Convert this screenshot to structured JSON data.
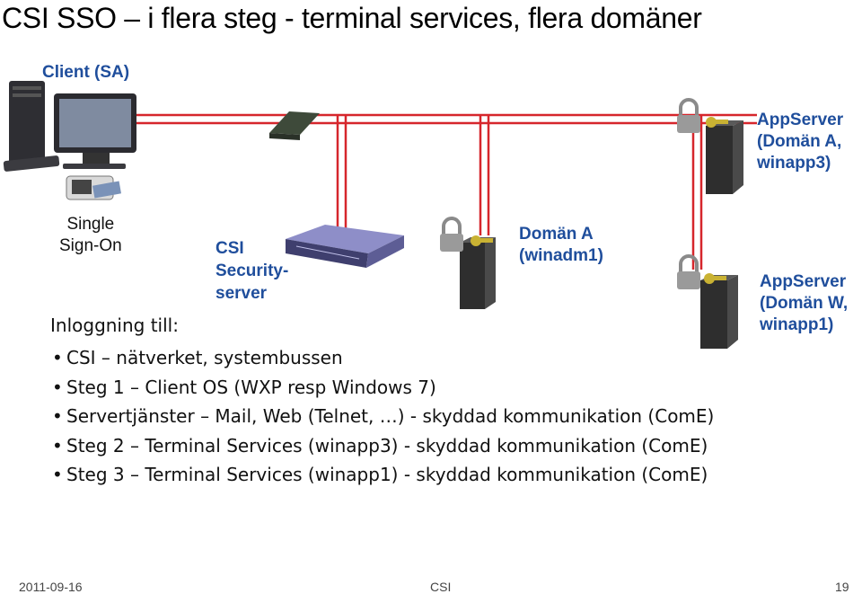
{
  "title": "CSI SSO – i flera steg - terminal services, flera domäner",
  "client_label": "Client (SA)",
  "sso_label": [
    "Single",
    "Sign-On"
  ],
  "csi_server_label": [
    "CSI",
    "Security-",
    "server"
  ],
  "domain_a_label": [
    "Domän A",
    "(winadm1)"
  ],
  "appserver3_label": [
    "AppServer",
    "(Domän A,",
    "winapp3)"
  ],
  "appserverw_label": [
    "AppServer",
    "(Domän W,",
    "winapp1)"
  ],
  "login": {
    "title": "Inloggning till:",
    "bullets": [
      "CSI – nätverket, systembussen",
      "Steg 1 – Client OS (WXP resp Windows 7)",
      "Servertjänster – Mail, Web (Telnet, …) - skyddad kommunikation (ComE)",
      "Steg 2 – Terminal Services (winapp3) - skyddad kommunikation (ComE)",
      "Steg 3 – Terminal Services (winapp1) - skyddad kommunikation (ComE)"
    ]
  },
  "footer": {
    "date": "2011-09-16",
    "center": "CSI",
    "page": "19"
  },
  "colors": {
    "network_line": "#d6262c",
    "label_blue": "#1f4e9c"
  },
  "icons": [
    "computer-icon",
    "card-reader-icon",
    "network-switch-icon",
    "server-rack-icon",
    "lock-icon",
    "key-icon"
  ]
}
